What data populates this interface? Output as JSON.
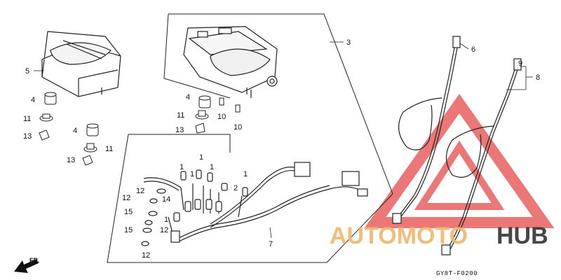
{
  "diagram": {
    "code": "GY8T-F0200",
    "direction_label": "FR.",
    "watermark": {
      "text_orange": "AUTOMOTO",
      "text_dark": "HUB",
      "color_orange": "#f0b66a",
      "color_dark": "#333333",
      "color_triangle": "#e86060"
    },
    "callouts": {
      "c1": "1",
      "c1b": "1",
      "c1c": "1",
      "c1d": "1",
      "c1e": "1",
      "c2": "2",
      "c3": "3",
      "c4a": "4",
      "c4b": "4",
      "c4c": "4",
      "c5": "5",
      "c6": "6",
      "c7": "7",
      "c8": "8",
      "c9": "9",
      "c10a": "10",
      "c10b": "10",
      "c11a": "11",
      "c11b": "11",
      "c11c": "11",
      "c12a": "12",
      "c12b": "12",
      "c12c": "12",
      "c12d": "12",
      "c13a": "13",
      "c13b": "13",
      "c13c": "13",
      "c14": "14",
      "c15a": "15",
      "c15b": "15"
    }
  }
}
